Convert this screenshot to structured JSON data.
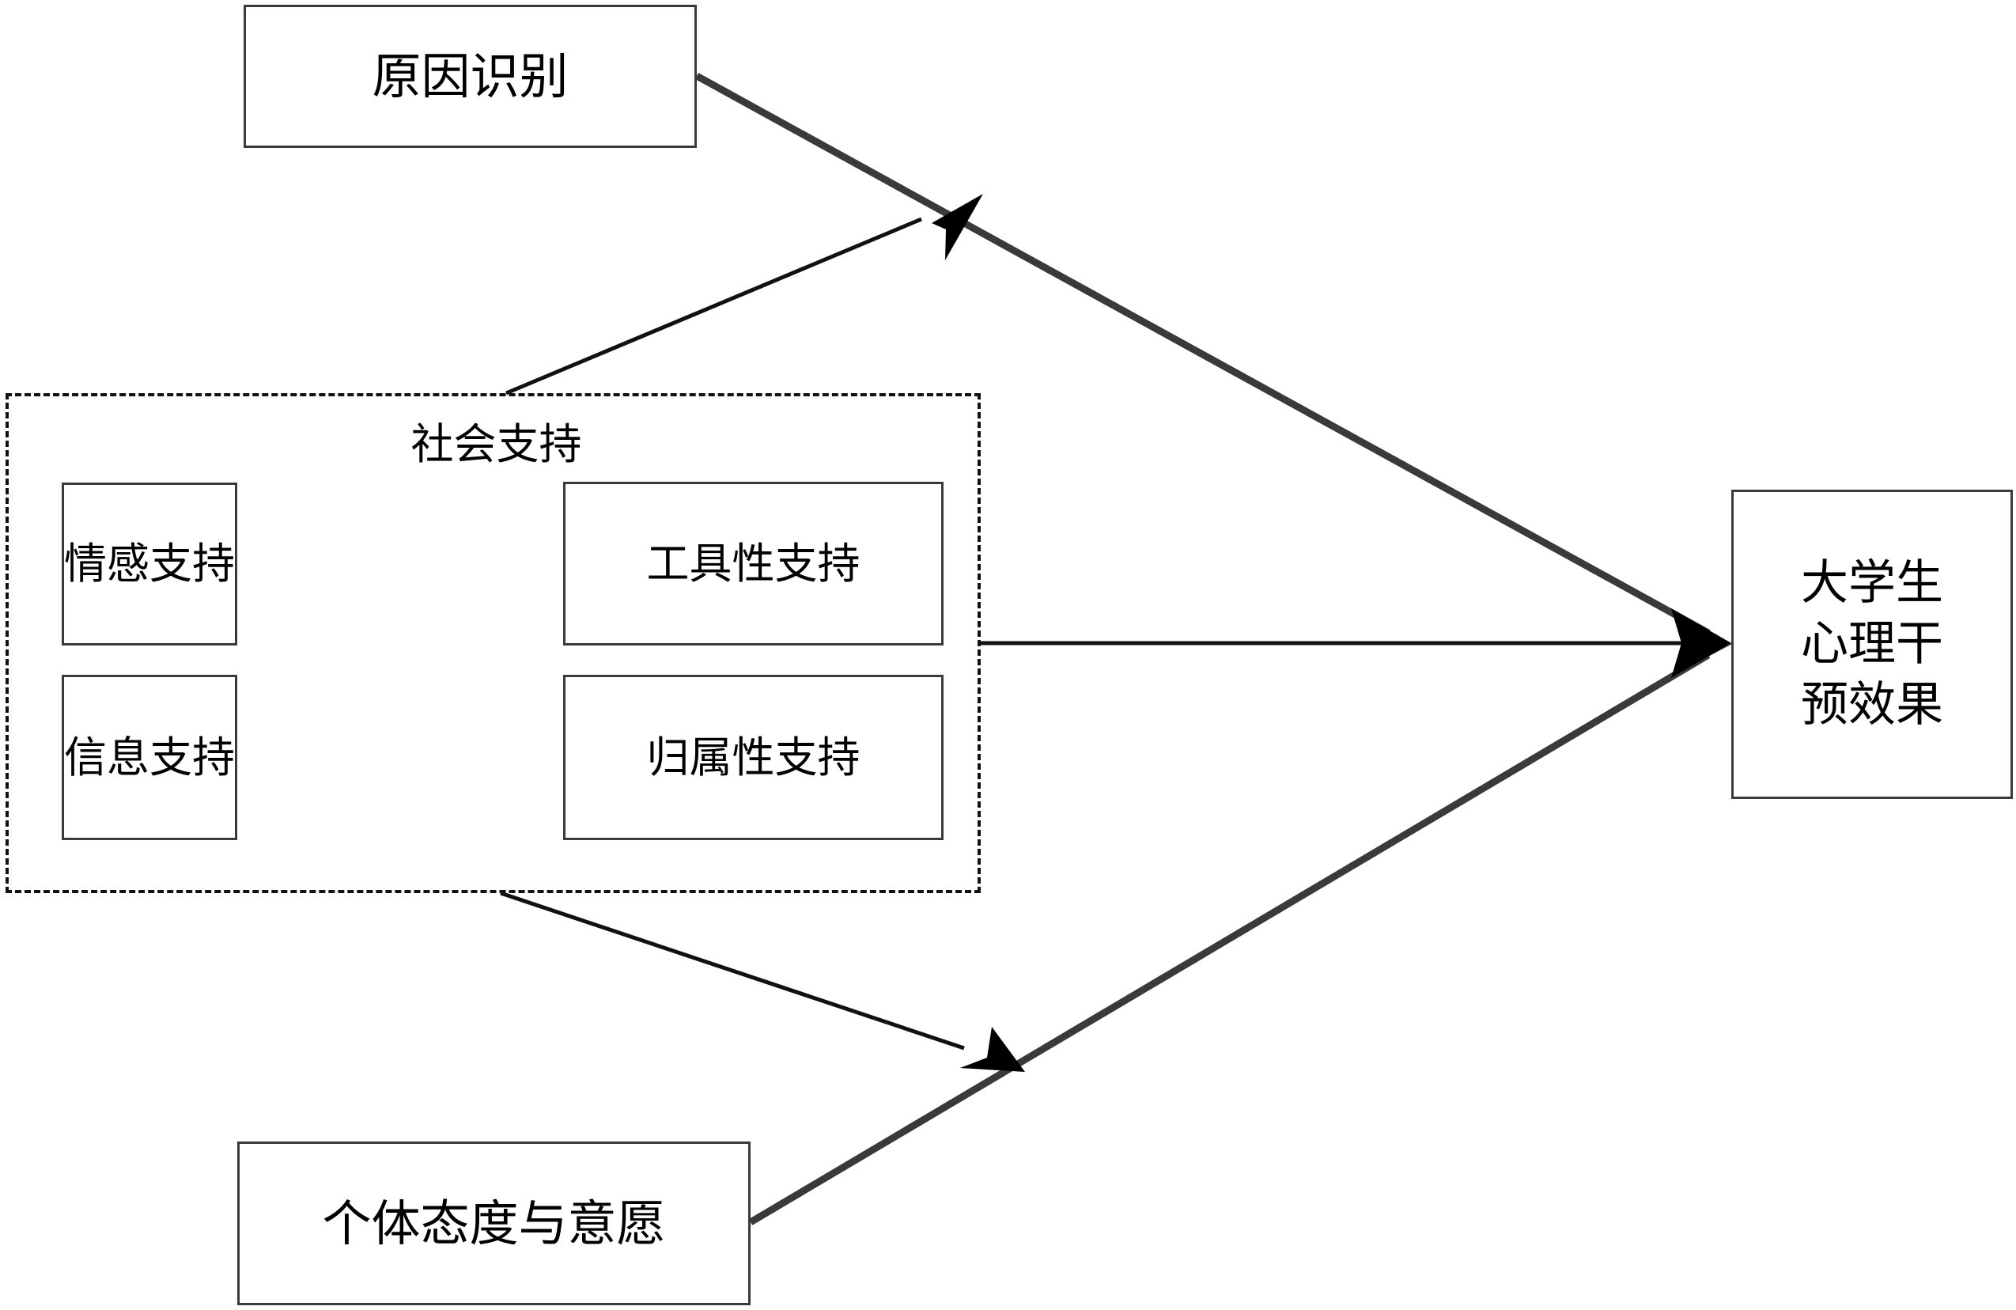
{
  "diagram": {
    "title_text": "",
    "colors": {
      "box_border": "#3a3a3a",
      "group_border": "#111111",
      "thick_edge": "#3a3a3a",
      "thin_edge": "#111111",
      "arrowhead_dark": "#4a4a4a",
      "arrowhead_black": "#000000",
      "background": "#ffffff",
      "text": "#000000"
    },
    "nodes": {
      "cause": {
        "label": "原因识别"
      },
      "attitude": {
        "label": "个体态度与意愿"
      },
      "outcome": {
        "label": "大学生\n心理干\n预效果"
      }
    },
    "group": {
      "label": "社会支持",
      "items": [
        {
          "label": "情感支持"
        },
        {
          "label": "工具性支持"
        },
        {
          "label": "信息支持"
        },
        {
          "label": "归属性支持"
        }
      ]
    },
    "edges": [
      {
        "name": "cause-to-outcome",
        "style": "thick",
        "from": "原因识别",
        "to": "大学生心理干预效果"
      },
      {
        "name": "attitude-to-outcome",
        "style": "thick",
        "from": "个体态度与意愿",
        "to": "大学生心理干预效果"
      },
      {
        "name": "social-support-to-outcome",
        "style": "thin",
        "from": "社会支持",
        "to": "大学生心理干预效果"
      },
      {
        "name": "social-support-moderates-cause-path",
        "style": "thin",
        "from": "社会支持",
        "to": "原因识别路径"
      },
      {
        "name": "social-support-moderates-attitude-path",
        "style": "thin",
        "from": "社会支持",
        "to": "个体态度与意愿路径"
      }
    ]
  }
}
